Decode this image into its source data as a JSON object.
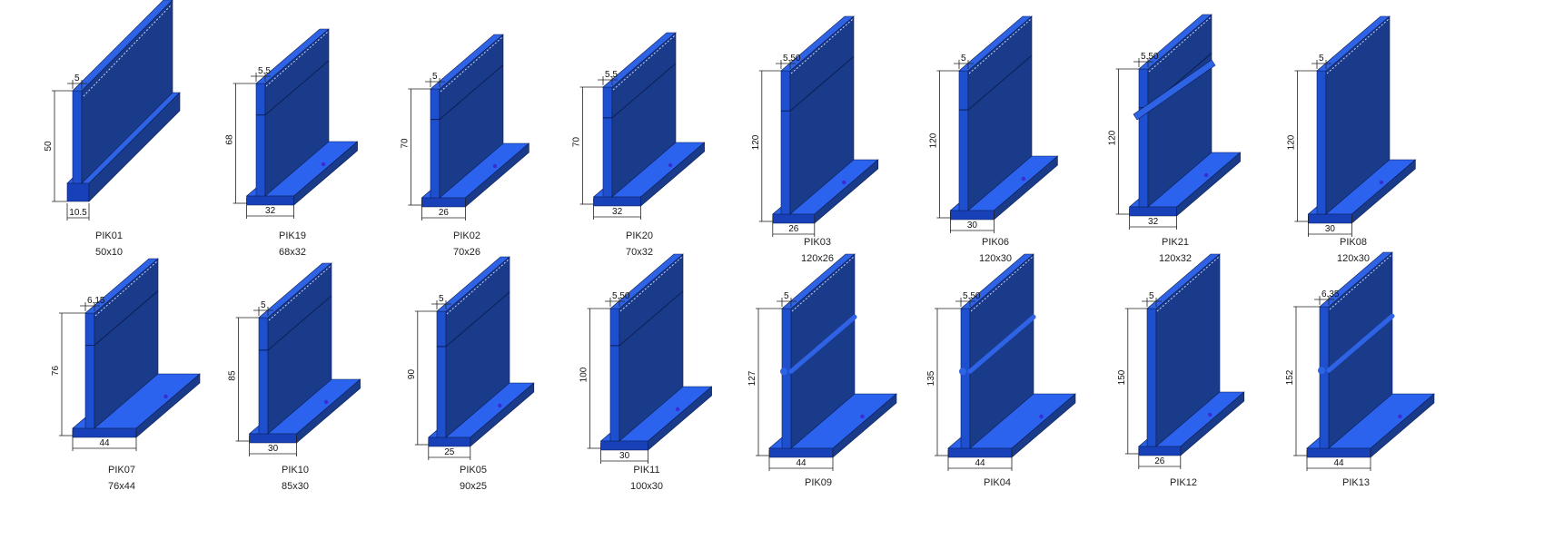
{
  "colors": {
    "front": "#1a3a8a",
    "front_dark": "#143178",
    "side": "#1d4fcf",
    "top": "#2f63e6",
    "base_top": "#2b63ef",
    "base_front": "#1840b8",
    "dim_line": "#222222"
  },
  "profiles": [
    {
      "code": "PIK01",
      "size": "50x10",
      "height": "50",
      "width": "10.5",
      "thickness": "5",
      "variant": "channel"
    },
    {
      "code": "PIK19",
      "size": "68x32",
      "height": "68",
      "width": "32",
      "thickness": "5.5",
      "variant": "step"
    },
    {
      "code": "PIK02",
      "size": "70x26",
      "height": "70",
      "width": "26",
      "thickness": "5",
      "variant": "step"
    },
    {
      "code": "PIK20",
      "size": "70x32",
      "height": "70",
      "width": "32",
      "thickness": "5.5",
      "variant": "step"
    },
    {
      "code": "PIK03",
      "size": "120x26",
      "height": "120",
      "width": "26",
      "thickness": "5.50",
      "variant": "step"
    },
    {
      "code": "PIK06",
      "size": "120x30",
      "height": "120",
      "width": "30",
      "thickness": "5",
      "variant": "step"
    },
    {
      "code": "PIK21",
      "size": "120x32",
      "height": "120",
      "width": "32",
      "thickness": "5.50",
      "variant": "fins"
    },
    {
      "code": "PIK08",
      "size": "120x30",
      "height": "120",
      "width": "30",
      "thickness": "5",
      "variant": "plain"
    },
    {
      "code": "PIK07",
      "size": "76x44",
      "height": "76",
      "width": "44",
      "thickness": "6.15",
      "variant": "step"
    },
    {
      "code": "PIK10",
      "size": "85x30",
      "height": "85",
      "width": "30",
      "thickness": "5",
      "variant": "step"
    },
    {
      "code": "PIK05",
      "size": "90x25",
      "height": "90",
      "width": "25",
      "thickness": "5",
      "variant": "step"
    },
    {
      "code": "PIK11",
      "size": "100x30",
      "height": "100",
      "width": "30",
      "thickness": "5.50",
      "variant": "step"
    },
    {
      "code": "PIK09",
      "size": "",
      "height": "127",
      "width": "44",
      "thickness": "5",
      "variant": "bead"
    },
    {
      "code": "PIK04",
      "size": "",
      "height": "135",
      "width": "44",
      "thickness": "5.50",
      "variant": "bead"
    },
    {
      "code": "PIK12",
      "size": "",
      "height": "150",
      "width": "26",
      "thickness": "5",
      "variant": "plain"
    },
    {
      "code": "PIK13",
      "size": "",
      "height": "152",
      "width": "44",
      "thickness": "6.35",
      "variant": "bead"
    }
  ]
}
